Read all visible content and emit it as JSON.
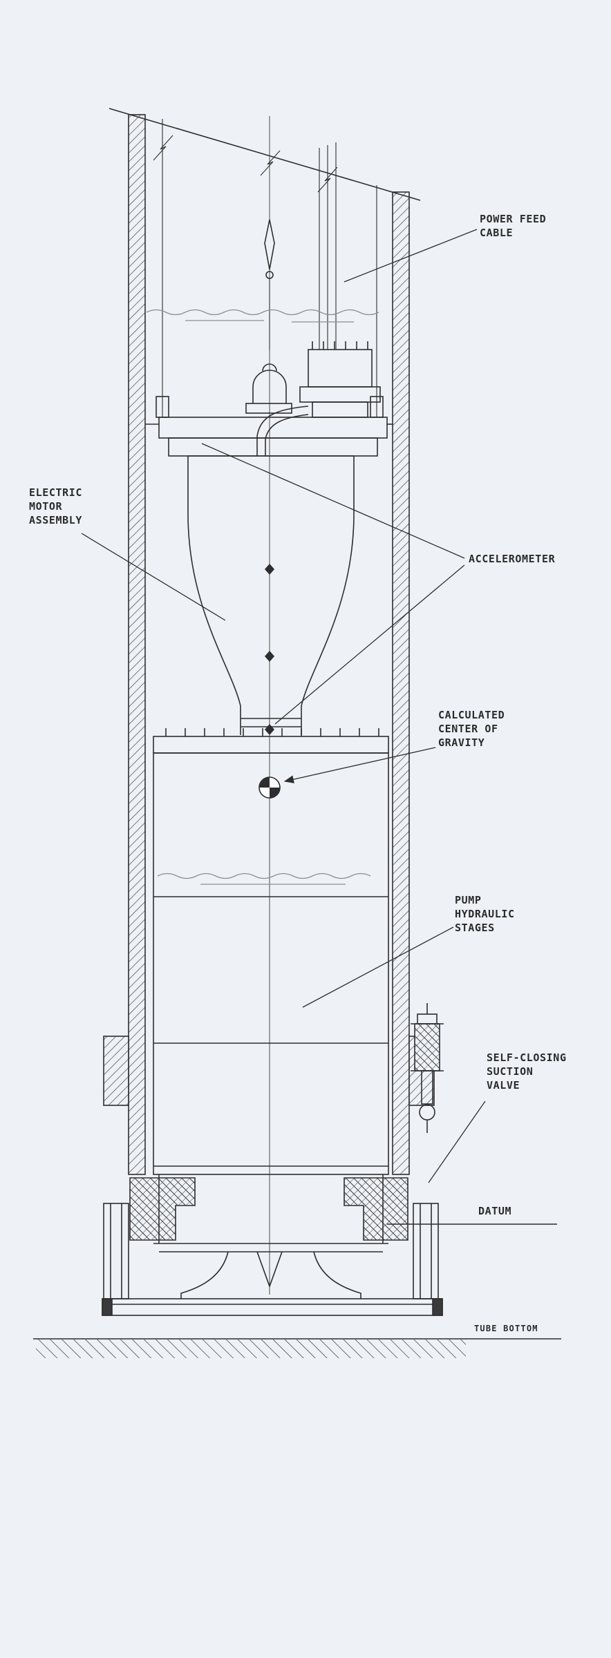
{
  "colors": {
    "background": "#eef1f5",
    "ink": "#2e2e2e"
  },
  "labels": {
    "power_feed_cable": "POWER FEED\nCABLE",
    "electric_motor_assembly": "ELECTRIC\nMOTOR\nASSEMBLY",
    "accelerometer": "ACCELEROMETER",
    "calculated_center_of_gravity": "CALCULATED\nCENTER OF\nGRAVITY",
    "pump_hydraulic_stages": "PUMP\nHYDRAULIC\nSTAGES",
    "self_closing_suction_valve": "SELF-CLOSING\nSUCTION\nVALVE",
    "datum": "DATUM",
    "tube_bottom": "TUBE BOTTOM"
  }
}
